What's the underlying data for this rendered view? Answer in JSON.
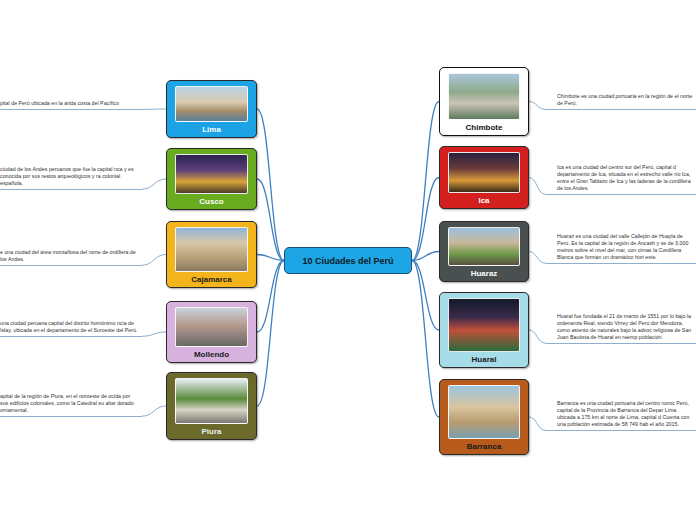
{
  "diagram": {
    "nodes": [
      {
        "text": [
          "10 Ciudades del Perú"
        ]
      },
      {
        "text": [
          "Lima"
        ]
      },
      {
        "text": [
          "pital de Perú ubicada en la árida costa del Pacífico"
        ]
      },
      {
        "text": [
          "Cusco"
        ]
      },
      {
        "text": [
          "ciudad de los Andes peruanos que fue la capital nca y es conocida por sus restos arqueológicos y ra colonial española."
        ]
      },
      {
        "text": [
          "Cajamarca"
        ]
      },
      {
        "text": [
          "e una ciudad del área montañosa del norte de ordillera de los Andes."
        ]
      },
      {
        "text": [
          "Mollendo"
        ]
      },
      {
        "text": [
          "una ciudad peruana capital del distrito homónimo ncia de Islay, ubicada en el departamento de el Suroeste del Perú."
        ]
      },
      {
        "text": [
          "Piura"
        ]
      },
      {
        "text": [
          "apital de la región de Piura, en el noroeste de ocida por sus edificios coloniales, como la Catedral su altar dorado ornamental."
        ]
      },
      {
        "text": [
          "Chimbote"
        ]
      },
      {
        "text": [
          "Chimbote es una ciudad portuaria en la región de el norte de Perú."
        ]
      },
      {
        "text": [
          "Ica"
        ]
      },
      {
        "text": [
          "Ica es una ciudad del centro sur del Perú, capital d departamento de Ica, situada en el estrecho valle río Ica, entre el Gran Tablazo de Ica y las laderas de la cordillera de los Andes."
        ]
      },
      {
        "text": [
          "Huaraz"
        ]
      },
      {
        "text": [
          "Huaraz es una ciudad del valle Callejón de Huayla de Perú. Es la capital de la región de Ancash y se de 3,000 metros sobre el nivel del mar, con cimas la Cordillera Blanca que forman un dramático hori este."
        ]
      },
      {
        "text": [
          "Huaral"
        ]
      },
      {
        "text": [
          "Huaral fue fundada el 21 de marzo de 1551 por lo bajo la ordenanza Real, siendo Virrey del Perú dor Mendoza, como asiento de naturales bajo la advoc religiosa de San Juan Bautista de Huaral en reemp población."
        ]
      },
      {
        "text": [
          "Barranca"
        ]
      },
      {
        "text": [
          "Barranca es una ciudad portuaria del centro noroc Perú, capital de la Provincia de Barranca del Depar Lima ubicada a 175 km al norte de Lima, capital d Cuenta con una población estimada de 58 749 hab el año 2015."
        ]
      }
    ],
    "edges": [
      {
        "from": 0,
        "to": 1,
        "arrow": "none"
      },
      {
        "from": 0,
        "to": 3,
        "arrow": "none"
      },
      {
        "from": 0,
        "to": 5,
        "arrow": "none"
      },
      {
        "from": 0,
        "to": 7,
        "arrow": "none"
      },
      {
        "from": 0,
        "to": 9,
        "arrow": "none"
      },
      {
        "from": 0,
        "to": 11,
        "arrow": "none"
      },
      {
        "from": 0,
        "to": 13,
        "arrow": "none"
      },
      {
        "from": 0,
        "to": 15,
        "arrow": "none"
      },
      {
        "from": 0,
        "to": 17,
        "arrow": "none"
      },
      {
        "from": 0,
        "to": 19,
        "arrow": "none"
      },
      {
        "from": 1,
        "to": 2,
        "arrow": "none"
      },
      {
        "from": 3,
        "to": 4,
        "arrow": "none"
      },
      {
        "from": 5,
        "to": 6,
        "arrow": "none"
      },
      {
        "from": 7,
        "to": 8,
        "arrow": "none"
      },
      {
        "from": 9,
        "to": 10,
        "arrow": "none"
      },
      {
        "from": 11,
        "to": 12,
        "arrow": "none"
      },
      {
        "from": 13,
        "to": 14,
        "arrow": "none"
      },
      {
        "from": 15,
        "to": 16,
        "arrow": "none"
      },
      {
        "from": 17,
        "to": 18,
        "arrow": "none"
      },
      {
        "from": 19,
        "to": 20,
        "arrow": "none"
      }
    ]
  }
}
